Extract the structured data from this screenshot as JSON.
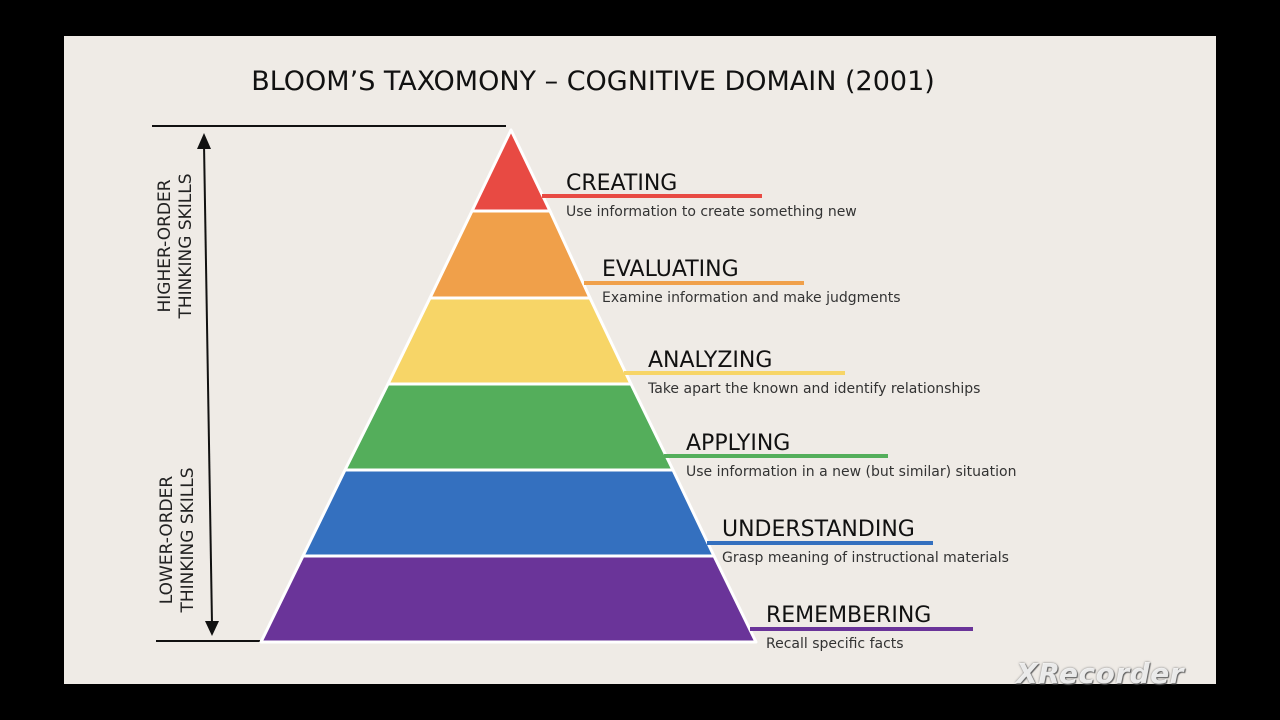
{
  "title": "BLOOM’S TAXOMONY – COGNITIVE DOMAIN (2001)",
  "side_labels": {
    "higher": [
      "HIGHER-ORDER",
      "THINKING SKILLS"
    ],
    "lower": [
      "LOWER-ORDER",
      "THINKING SKILLS"
    ]
  },
  "levels": [
    {
      "name": "CREATING",
      "description": "Use information to create something new",
      "color": "#e84a43"
    },
    {
      "name": "EVALUATING",
      "description": "Examine information and make judgments",
      "color": "#f0a04a"
    },
    {
      "name": "ANALYZING",
      "description": "Take apart the known and identify relationships",
      "color": "#f7d567"
    },
    {
      "name": "APPLYING",
      "description": "Use information in a new (but similar) situation",
      "color": "#54ae5b"
    },
    {
      "name": "UNDERSTANDING",
      "description": "Grasp meaning of instructional materials",
      "color": "#3470bf"
    },
    {
      "name": "REMEMBERING",
      "description": "Recall specific facts",
      "color": "#6a3499"
    }
  ],
  "watermark": "XRecorder"
}
